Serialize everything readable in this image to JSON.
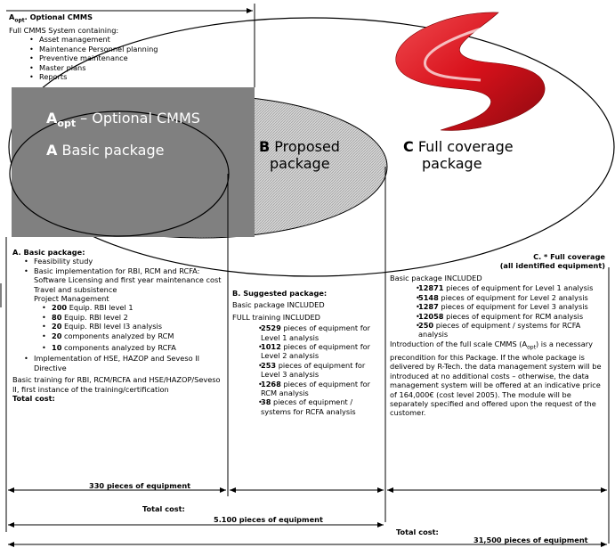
{
  "header_box": {
    "title_prefix": "A",
    "title_sub": "opt",
    "title_rest": ". Optional CMMS",
    "subtitle": "Full CMMS System containing:",
    "items": [
      "Asset management",
      "Maintenance Personnel planning",
      "Preventive maintenance",
      "Master plans",
      "Reports"
    ]
  },
  "diagram": {
    "aopt_prefix": "A",
    "aopt_sub": "opt",
    "aopt_rest": " – Optional CMMS",
    "a_letter": "A",
    "a_rest": " Basic package",
    "b_letter": "B",
    "b_line1": " Proposed",
    "b_line2": "package",
    "c_letter": "C",
    "c_line1": " Full coverage",
    "c_line2": "package"
  },
  "col_a": {
    "heading": "A. Basic package:",
    "items": [
      "Feasibility study",
      "Basic implementation for RBI, RCM and RCFA: Software Licensing and first year maintenance cost"
    ],
    "plain1": "Travel and subsistence",
    "plain2": "Project Management",
    "sub_items": [
      {
        "num": "200",
        "text": " Equip. RBI level 1"
      },
      {
        "num": "80",
        "text": " Equip. RBI level 2"
      },
      {
        "num": "20",
        "text": " Equip. RBI level I3 analysis"
      },
      {
        "num": "20",
        "text": " components analyzed by RCM"
      },
      {
        "num": "10",
        "text": " components analyzed by RCFA"
      }
    ],
    "last_item": "Implementation of HSE, HAZOP and Seveso II Directive",
    "training": "Basic training for RBI, RCM/RCFA and HSE/HAZOP/Seveso II, first instance of the training/certification",
    "total_label": "Total cost:",
    "total_value": "330 pieces of equipment"
  },
  "col_b": {
    "heading": "B. Suggested package:",
    "line1": "Basic package INCLUDED",
    "line2": "FULL training INCLUDED",
    "items": [
      {
        "num": "2529",
        "text": " pieces of equipment for Level 1 analysis"
      },
      {
        "num": "1012",
        "text": " pieces of equipment for Level 2 analysis"
      },
      {
        "num": "253",
        "text": " pieces of equipment for Level 3 analysis"
      },
      {
        "num": "1268",
        "text": " pieces of equipment for RCM analysis"
      },
      {
        "num": "38",
        "text": " pieces of equipment / systems for RCFA analysis"
      }
    ],
    "total_label": "Total cost:",
    "total_value": "5.100 pieces of equipment"
  },
  "col_c": {
    "heading1": "C. * Full coverage",
    "heading2": "(all identified equipment)",
    "line1": "Basic package INCLUDED",
    "items": [
      {
        "num": "12871",
        "text": " pieces of equipment for Level 1 analysis"
      },
      {
        "num": "5148",
        "text": " pieces of equipment for Level 2 analysis"
      },
      {
        "num": "1287",
        "text": " pieces of equipment for Level 3 analysis"
      },
      {
        "num": "12058",
        "text": " pieces of equipment for RCM analysis"
      },
      {
        "num": "250",
        "text": " pieces of equipment / systems for RCFA analysis"
      }
    ],
    "intro_a": "Introduction of the full scale CMMS (A",
    "intro_sub": "opt",
    "intro_b": ") is a necessary precondition for this Package. If the whole package is delivered by R-Tech. the data management system will be introduced at no additional costs – otherwise, the data management system will be offered at an indicative price of 164,000€ (cost level 2005). The module will be separately specified and offered upon the request of the customer.",
    "total_label": "Total cost:",
    "total_value": "31,500 pieces of equipment"
  },
  "colors": {
    "logo_red": "#d8111b",
    "grey_box": "#808080"
  }
}
